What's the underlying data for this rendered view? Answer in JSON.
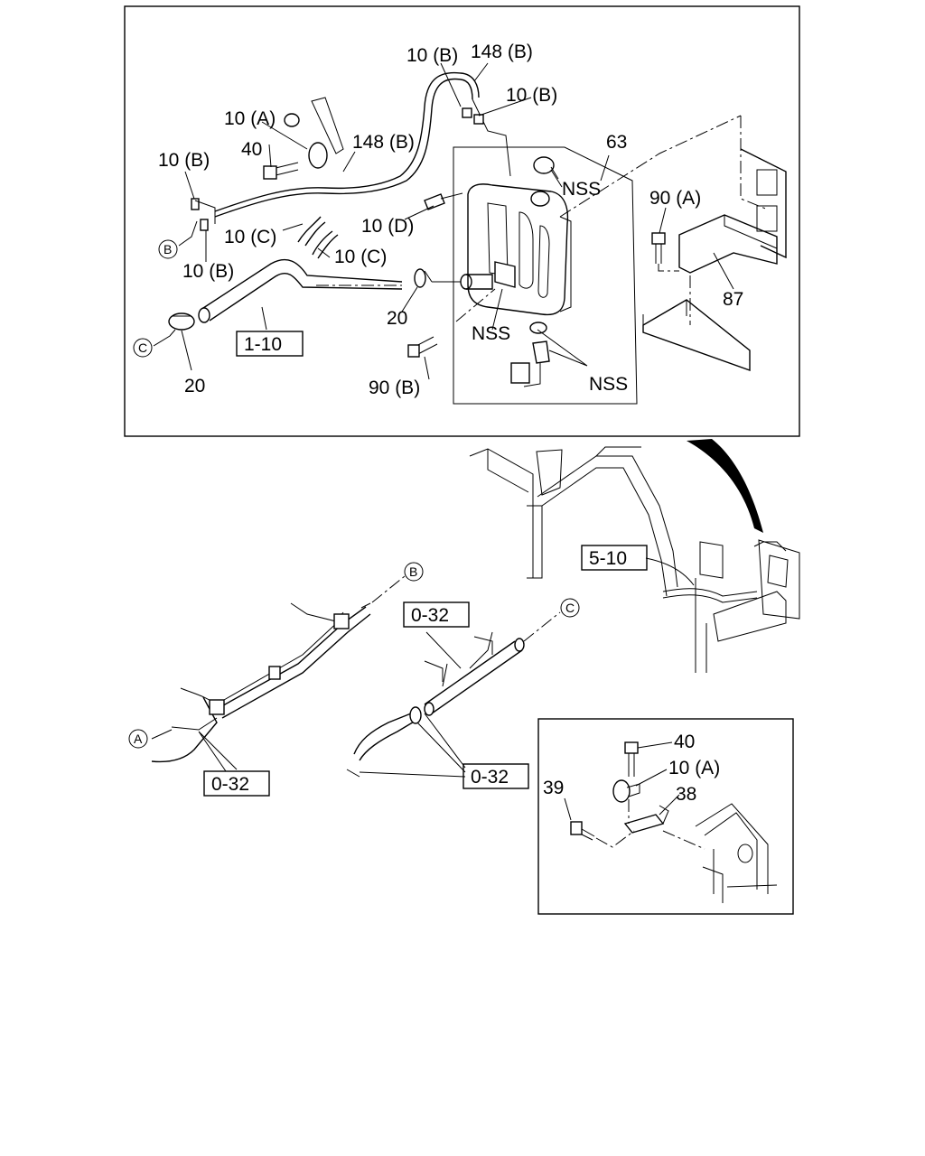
{
  "top_panel": {
    "labels": {
      "p10b_top": "10 (B)",
      "p148b_top": "148 (B)",
      "p10b_right": "10 (B)",
      "p10a": "10 (A)",
      "p148b_mid": "148 (B)",
      "p63": "63",
      "p40": "40",
      "p10b_left": "10 (B)",
      "nss_top": "NSS",
      "p90a": "90 (A)",
      "p10d": "10 (D)",
      "p10c_left": "10 (C)",
      "p10c_right": "10 (C)",
      "p10b_bottom": "10 (B)",
      "p87": "87",
      "p20_mid": "20",
      "nss_mid": "NSS",
      "p90b": "90 (B)",
      "nss_bottom": "NSS",
      "p20_left": "20",
      "ref_1_10": "1-10",
      "circle_b": "B",
      "circle_c": "C"
    }
  },
  "bottom_section": {
    "labels": {
      "ref_5_10": "5-10",
      "ref_0_32_top": "0-32",
      "ref_0_32_left": "0-32",
      "ref_0_32_right": "0-32",
      "circle_b": "B",
      "circle_c": "C",
      "circle_a": "A"
    }
  },
  "inset_panel": {
    "labels": {
      "p40": "40",
      "p10a": "10 (A)",
      "p39": "39",
      "p38": "38"
    }
  }
}
